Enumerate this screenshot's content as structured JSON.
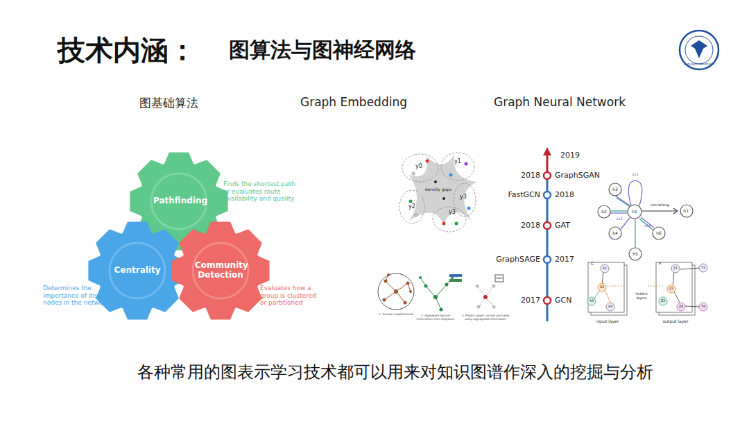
{
  "diagram": {
    "title": "技术内涵：",
    "caption": "各种常用的图表示学习技术都可以用来对知识图谱作深入的挖掘与分析",
    "nodes": [
      {
        "text": [
          "Pathfinding"
        ]
      },
      {
        "text": [
          "Centrality"
        ]
      },
      {
        "text": [
          "Community Detection"
        ]
      }
    ],
    "labels": [
      "图算法与图神经网络",
      "图基础算法",
      "Graph Embedding",
      "Graph Neural Network",
      "Finds the shortest path or evaluates route availability and quality",
      "Determines the importance of distinct nodes in the network",
      "Evaluates how a group is clustered or partitioned",
      "2019",
      "2018",
      "GraphSGAN",
      "FastGCN",
      "2018",
      "2018",
      "GAT",
      "GraphSAGE",
      "2017",
      "2017",
      "GCN",
      "y0",
      "y1",
      "y2",
      "y3",
      "y3",
      "density gaps",
      "h3",
      "h2",
      "h1",
      "h4",
      "h5",
      "h6",
      "α11",
      "α12",
      "α16",
      "concat/avg",
      "h1'",
      "C",
      "X1",
      "X2",
      "X3",
      "X4",
      "hidden layers",
      "F",
      "Z1",
      "Z2",
      "Z3",
      "Z4",
      "Y1",
      "Y4",
      "input layer",
      "output layer",
      "1. Sample neighborhood",
      "2. Aggregate feature information from neighbors",
      "3. Predict graph context and label using aggregated information",
      "label",
      "ZHEJIANG UNIVERSITY"
    ]
  }
}
